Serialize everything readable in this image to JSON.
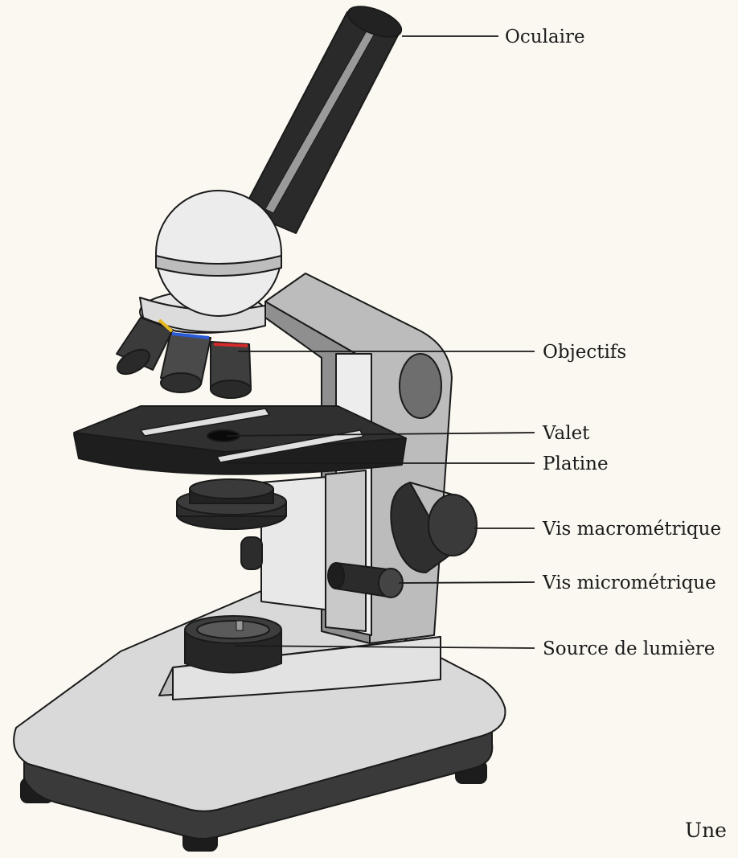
{
  "diagram": {
    "labels": {
      "oculaire": "Oculaire",
      "objectifs": "Objectifs",
      "valet": "Valet",
      "platine": "Platine",
      "vis_macro": "Vis macrométrique",
      "vis_micro": "Vis micrométrique",
      "source": "Source de lumière"
    },
    "caption": "Une",
    "colors": {
      "background": "#fbf8f1",
      "dark": "#2b2b2b",
      "medium": "#777777",
      "light": "#d8d8d8",
      "lighter": "#ececec",
      "objective_yellow": "#e8b820",
      "objective_blue": "#2a5bd7",
      "objective_red": "#d42a2a"
    }
  }
}
